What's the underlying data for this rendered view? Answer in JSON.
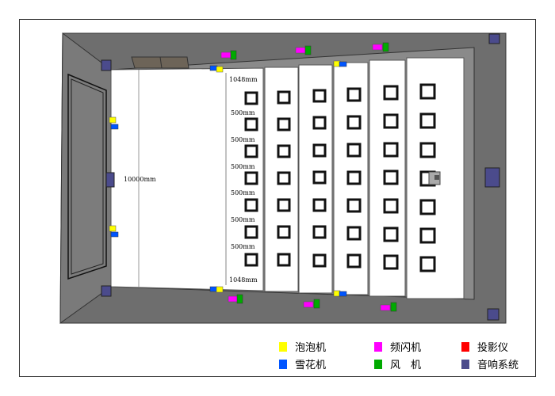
{
  "dimensions": {
    "width_label": "10000mm",
    "top_gap_label": "1048mm",
    "bottom_gap_label": "1048mm",
    "row_gap_labels": [
      "500mm",
      "500mm",
      "500mm",
      "500mm",
      "500mm",
      "500mm"
    ]
  },
  "legend": [
    {
      "key": "bubble",
      "label": "泡泡机",
      "color": "#ffff00",
      "icon": "bubble-machine-icon"
    },
    {
      "key": "strobe",
      "label": "频闪机",
      "color": "#ff00ff",
      "icon": "strobe-light-icon"
    },
    {
      "key": "projector",
      "label": "投影仪",
      "color": "#ff0000",
      "icon": "projector-icon"
    },
    {
      "key": "snow",
      "label": "雪花机",
      "color": "#0055ff",
      "icon": "snow-machine-icon"
    },
    {
      "key": "fan",
      "label": "风　机",
      "color": "#00aa00",
      "icon": "fan-icon"
    },
    {
      "key": "audio",
      "label": "音响系统",
      "color": "#4b4b8c",
      "icon": "speaker-icon"
    }
  ]
}
